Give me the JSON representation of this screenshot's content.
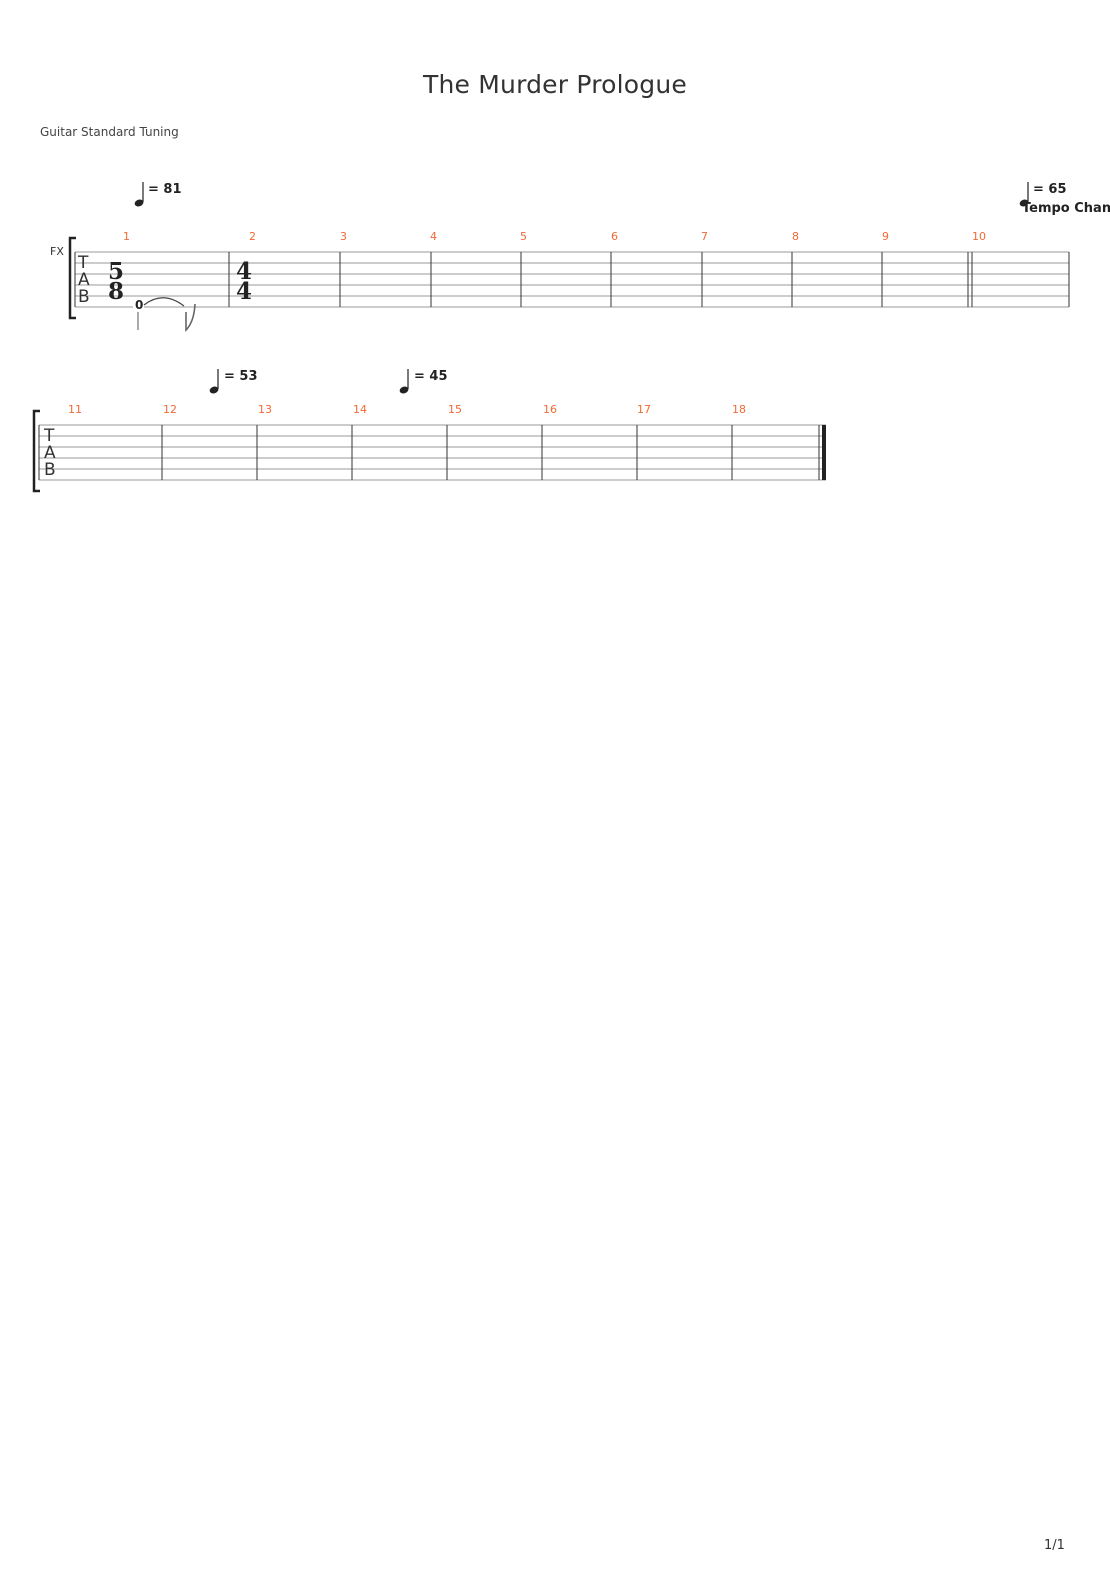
{
  "score": {
    "title": "The Murder Prologue",
    "track_tuning": "Guitar Standard Tuning",
    "track_label": "FX",
    "tab_letters": [
      "T",
      "A",
      "B"
    ],
    "page_number": "1/1"
  },
  "system1": {
    "bar_numbers": [
      "1",
      "2",
      "3",
      "4",
      "5",
      "6",
      "7",
      "8",
      "9",
      "10"
    ],
    "time_signatures": [
      {
        "bar": "1",
        "top": "5",
        "bottom": "8"
      },
      {
        "bar": "2",
        "top": "4",
        "bottom": "4"
      }
    ],
    "tempo_markings": [
      {
        "bar": "1",
        "equals": "= 81"
      },
      {
        "bar": "10",
        "equals": "= 65",
        "label": "Tempo Chan"
      }
    ],
    "notes": [
      {
        "bar": "1",
        "fret": "0"
      }
    ]
  },
  "system2": {
    "bar_numbers": [
      "11",
      "12",
      "13",
      "14",
      "15",
      "16",
      "17",
      "18"
    ],
    "tempo_markings": [
      {
        "bar": "12",
        "equals": "= 53"
      },
      {
        "bar": "14",
        "equals": "= 45"
      }
    ]
  }
}
